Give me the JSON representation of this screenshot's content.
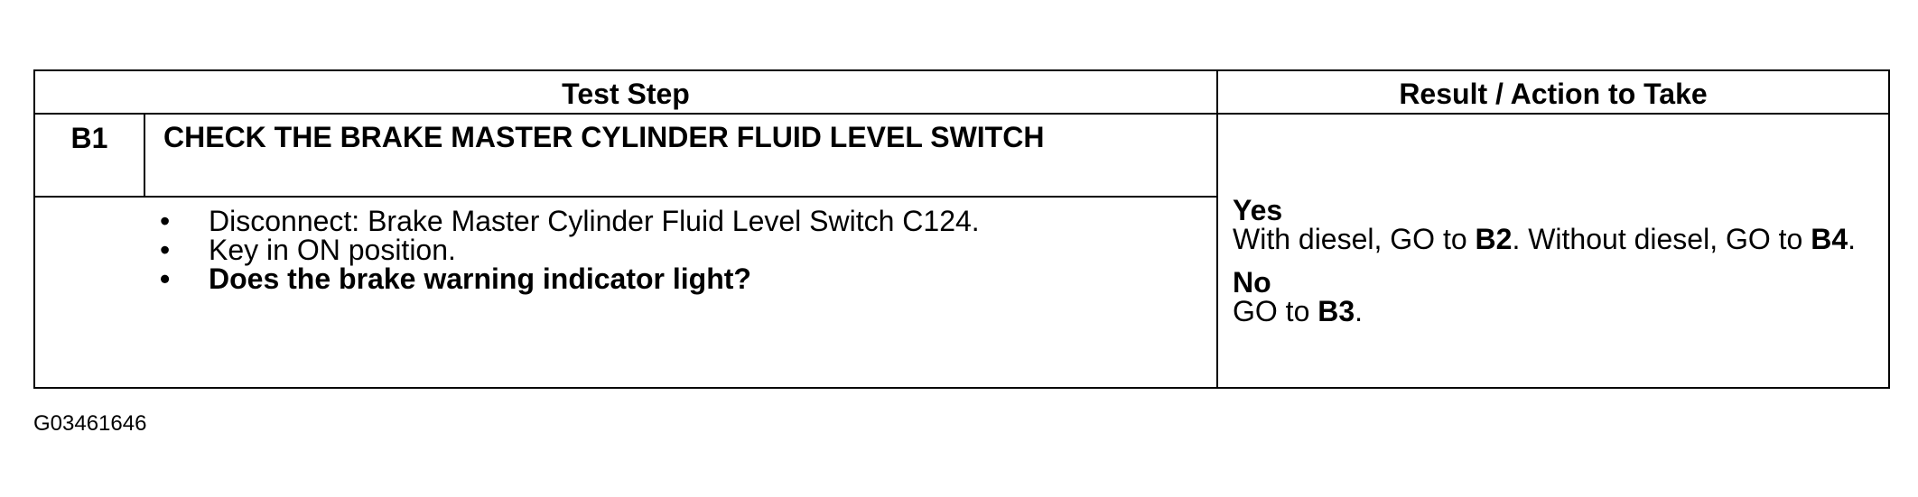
{
  "table": {
    "header_test_step": "Test Step",
    "header_result": "Result / Action to Take",
    "step_id": "B1",
    "step_title": "CHECK THE BRAKE MASTER CYLINDER FLUID LEVEL SWITCH",
    "actions": [
      {
        "text": "Disconnect: Brake Master Cylinder Fluid Level Switch C124.",
        "bold": false
      },
      {
        "text": "Key in ON position.",
        "bold": false
      },
      {
        "text": "Does the brake warning indicator light?",
        "bold": true
      }
    ],
    "results": {
      "yes": {
        "label": "Yes",
        "t1": "With diesel, GO to ",
        "b1": "B2",
        "t2": ". Without diesel, GO to ",
        "b2": "B4",
        "t3": "."
      },
      "no": {
        "label": "No",
        "t1": "GO to ",
        "b1": "B3",
        "t2": "."
      }
    }
  },
  "figure_id": "G03461646"
}
